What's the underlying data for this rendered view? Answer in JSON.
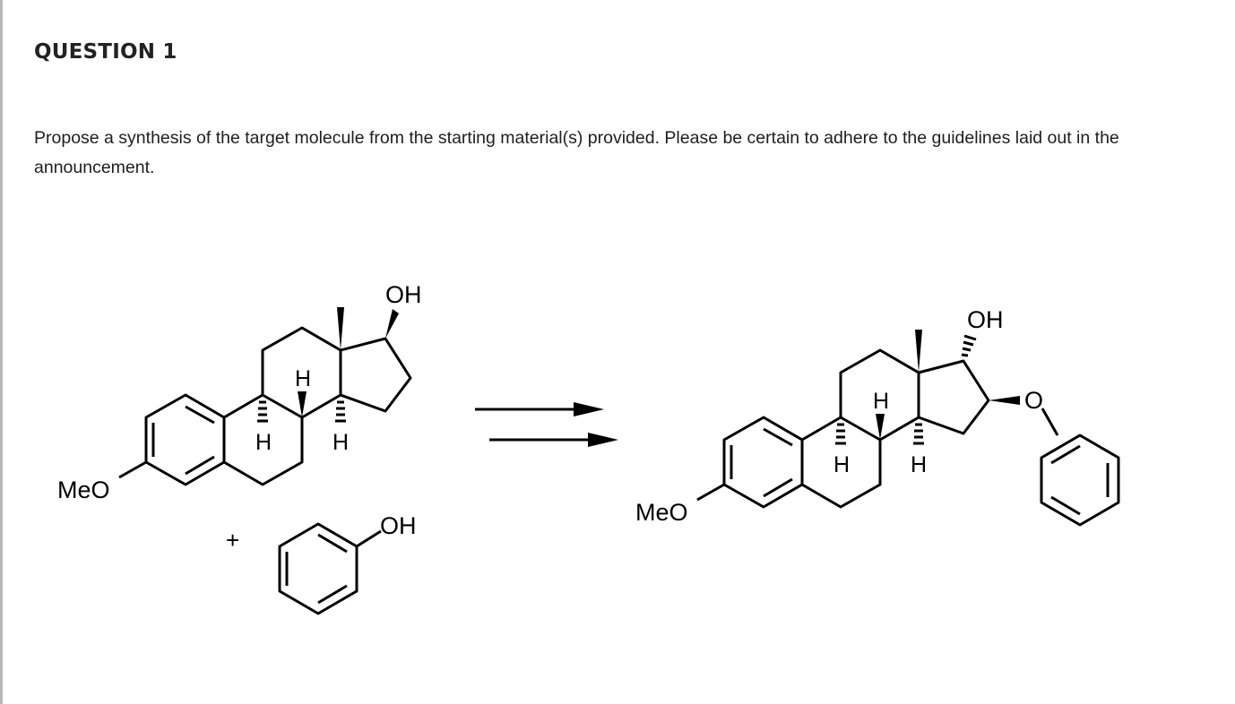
{
  "question": {
    "title": "QUESTION 1",
    "prompt": "Propose a synthesis of the target molecule from the starting material(s) provided. Please be certain to adhere to the guidelines laid out in the announcement."
  },
  "scheme": {
    "starting_material": {
      "substituent_left": "MeO",
      "substituent_top": "OH",
      "h_labels": [
        "H",
        "H",
        "H"
      ]
    },
    "plus_sign": "+",
    "reagent": {
      "substituent": "OH"
    },
    "arrow": "retrosynthetic (double)",
    "product": {
      "substituent_left": "MeO",
      "substituent_top": "OH",
      "ether_oxygen": "O",
      "h_labels": [
        "H",
        "H",
        "H"
      ]
    }
  }
}
